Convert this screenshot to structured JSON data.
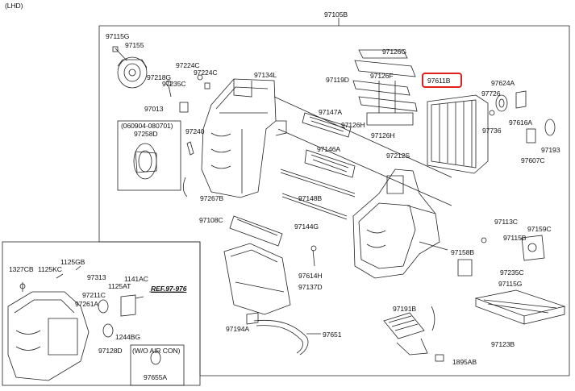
{
  "title_note": "(LHD)",
  "highlight": {
    "part": "97611B",
    "color": "#e0201a"
  },
  "labels": {
    "p97105B": "97105B",
    "p97115G_a": "97115G",
    "p97155": "97155",
    "p97218G": "97218G",
    "p97224C_a": "97224C",
    "p97224C_b": "97224C",
    "p97235C_a": "97235C",
    "p97134L": "97134L",
    "p97013": "97013",
    "range": "(060904-080701)",
    "p97258D": "97258D",
    "p97240": "97240",
    "p97267B": "97267B",
    "p97126G": "97126G",
    "p97119D": "97119D",
    "p97126F": "97126F",
    "p97147A": "97147A",
    "p97126H_a": "97126H",
    "p97126H_b": "97126H",
    "p97611B": "97611B",
    "p97624A": "97624A",
    "p97726": "97726",
    "p97736": "97736",
    "p97616A": "97616A",
    "p97193": "97193",
    "p97607C": "97607C",
    "p97146A": "97146A",
    "p97212S": "97212S",
    "p97148B": "97148B",
    "p97108C": "97108C",
    "p97144G": "97144G",
    "p97113C": "97113C",
    "p97159C": "97159C",
    "p97115B": "97115B",
    "p97158B": "97158B",
    "p97235C_b": "97235C",
    "p97115G_b": "97115G",
    "p97614H": "97614H",
    "p97137D": "97137D",
    "p97191B": "97191B",
    "p97194A": "97194A",
    "p97651": "97651",
    "p97123B": "97123B",
    "p1895AB": "1895AB",
    "p1125GB": "1125GB",
    "p1327CB": "1327CB",
    "p1125KC": "1125KC",
    "p97313": "97313",
    "p1141AC": "1141AC",
    "p1125AT": "1125AT",
    "p97211C": "97211C",
    "p97261A": "97261A",
    "ref": "REF.97-976",
    "p1244BG": "1244BG",
    "p97128D": "97128D",
    "woaircon": "(W/O AIR CON)",
    "p97655A": "97655A"
  }
}
